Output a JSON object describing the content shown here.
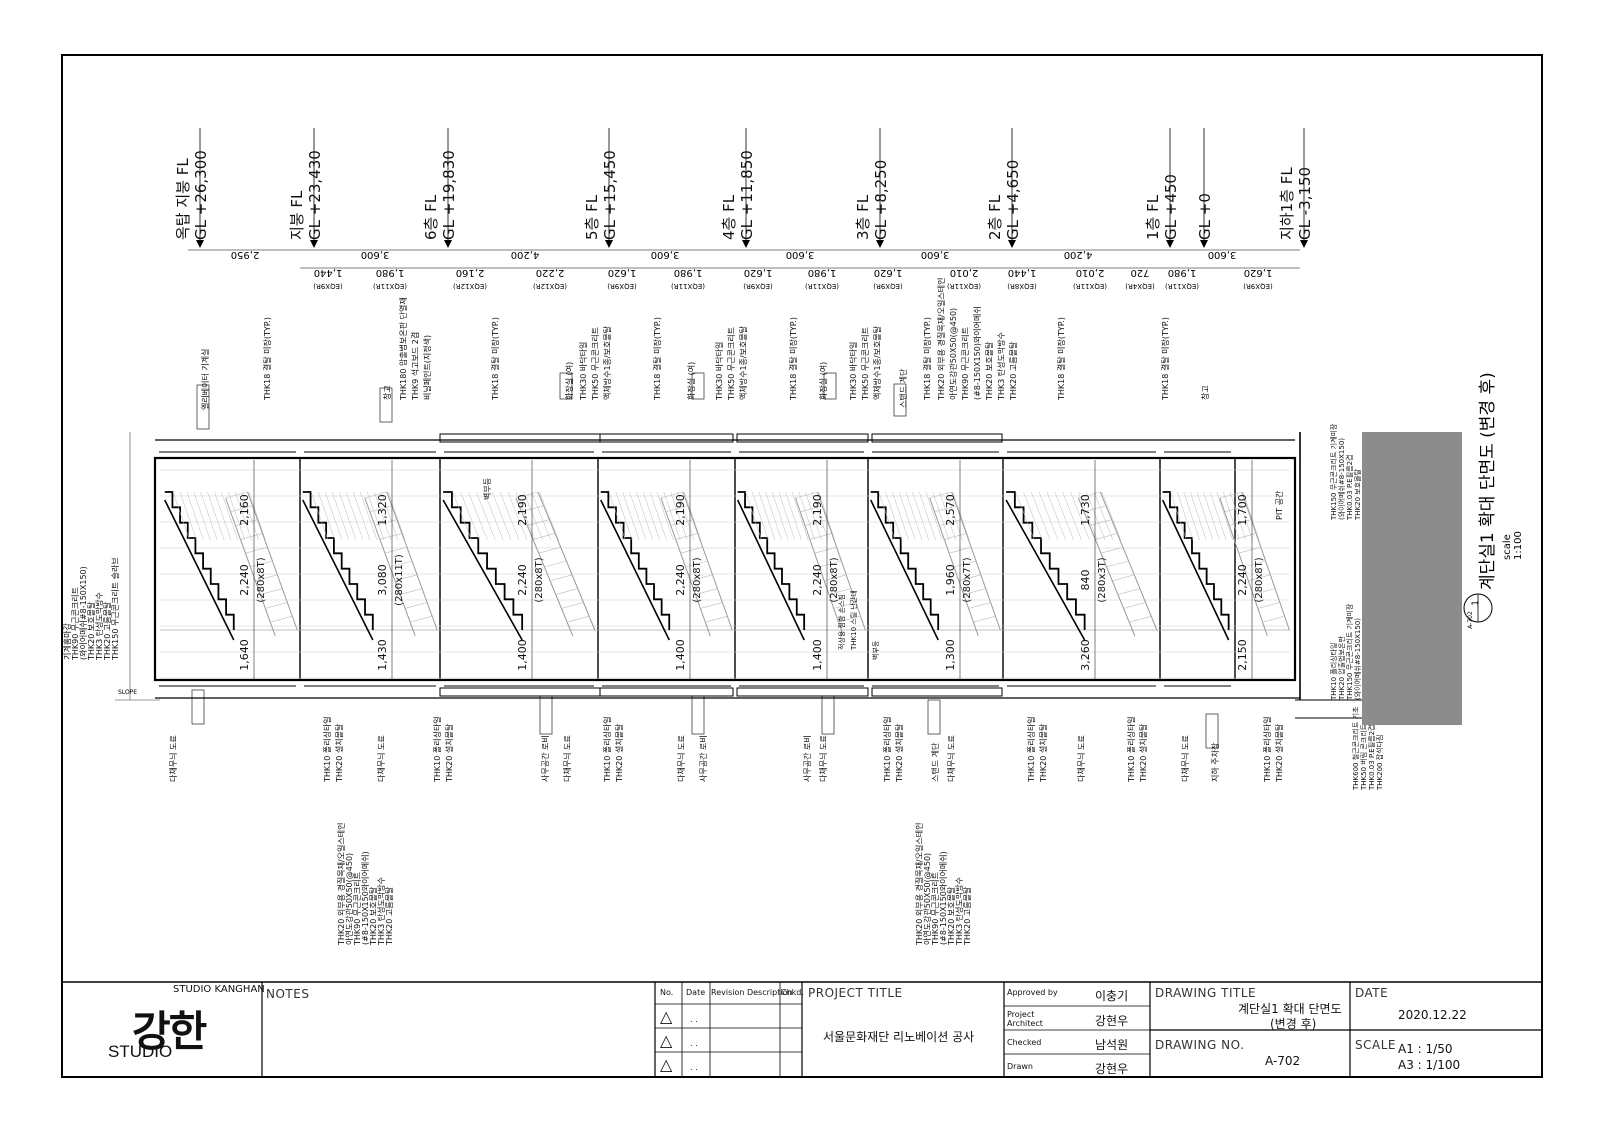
{
  "drawing": {
    "view_title": "계단실1 확대 단면도 (변경 후)",
    "view_scale_label": "scale",
    "view_scale": "1:100",
    "view_number": "1",
    "view_sheet_ref": "A-702",
    "levels": [
      {
        "name": "옥탑 지붕 FL",
        "elev": "GL +26,300"
      },
      {
        "name": "지붕 FL",
        "elev": "GL +23,430"
      },
      {
        "name": "6층 FL",
        "elev": "GL +19,830"
      },
      {
        "name": "5층 FL",
        "elev": "GL +15,450"
      },
      {
        "name": "4층 FL",
        "elev": "GL +11,850"
      },
      {
        "name": "3층 FL",
        "elev": "GL +8,250"
      },
      {
        "name": "2층 FL",
        "elev": "GL +4,650"
      },
      {
        "name": "1층 FL",
        "elev": "GL +450"
      },
      {
        "name": "",
        "elev": "GL +0"
      },
      {
        "name": "지하1층 FL",
        "elev": "GL -3,150"
      }
    ],
    "floor_dims": [
      "2,950",
      "3,600",
      "4,200",
      "3,600",
      "3,600",
      "3,600",
      "4,200",
      "3,600"
    ],
    "riser_dims": [
      {
        "v": "1,440",
        "s": "(EQX9R)"
      },
      {
        "v": "1,980",
        "s": "(EQX11R)"
      },
      {
        "v": "2,160",
        "s": "(EQX12R)"
      },
      {
        "v": "2,220",
        "s": "(EQX12R)"
      },
      {
        "v": "1,620",
        "s": "(EQX9R)"
      },
      {
        "v": "1,980",
        "s": "(EQX11R)"
      },
      {
        "v": "1,620",
        "s": "(EQX9R)"
      },
      {
        "v": "1,980",
        "s": "(EQX11R)"
      },
      {
        "v": "1,620",
        "s": "(EQX9R)"
      },
      {
        "v": "2,010",
        "s": "(EQX11R)"
      },
      {
        "v": "1,440",
        "s": "(EQX8R)"
      },
      {
        "v": "2,010",
        "s": "(EQX11R)"
      },
      {
        "v": "720",
        "s": "(EQX4R)"
      },
      {
        "v": "1,980",
        "s": "(EQX11R)"
      },
      {
        "v": "1,620",
        "s": "(EQX9R)"
      }
    ],
    "stair_dims": [
      {
        "a": "2,160",
        "b": "2,240",
        "t": "(280x8T)",
        "c": "1,640"
      },
      {
        "a": "1,320",
        "b": "3,080",
        "t": "(280x11T)",
        "c": "1,430"
      },
      {
        "a": "2,190",
        "b": "2,240",
        "t": "(280x8T)",
        "c": "1,400"
      },
      {
        "a": "2,190",
        "b": "2,240",
        "t": "(280x8T)",
        "c": "1,400"
      },
      {
        "a": "2,190",
        "b": "2,240",
        "t": "(280x8T)",
        "c": "1,400"
      },
      {
        "a": "2,570",
        "b": "1,960",
        "t": "(280x7T)",
        "c": "1,300"
      },
      {
        "a": "1,730",
        "b": "840",
        "t": "(280x3T)",
        "c": "3,260"
      },
      {
        "a": "1,700",
        "b": "2,240",
        "t": "(280x8T)",
        "c": "2,150"
      }
    ],
    "top_notes": [
      "엘리베이터 기계실",
      "THK18 결탈 미장(TYP.)",
      "창고",
      "THK180 압출법보온판 단열재",
      "THK9 석고보드 2겹",
      "비닐페인트(지정색)",
      "THK18 결탈 미장(TYP.)",
      "화장실 (여)",
      "THK30 바닥타일",
      "THK50 무근콘크리트",
      "액체방수1종/보호몰탈",
      "THK18 결탈 미장(TYP.)",
      "화장실 (여)",
      "THK30 바닥타일",
      "THK50 무근콘크리트",
      "액체방수1종/보호몰탈",
      "THK18 결탈 미장(TYP.)",
      "화장실 (여)",
      "THK30 바닥타일",
      "THK50 무근콘크리트",
      "액체방수1종/보호몰탈",
      "스탠드 계단",
      "THK18 결탈 미장(TYP.)",
      "THK20 외부용 경질목재/오일스테인",
      "아연도강관50X50(@450)",
      "THK90 무근콘크리트",
      "(#8-150X150)와이어메쉬",
      "THK20 보호몰탈",
      "THK3 탄성도막방수",
      "THK20 고름몰탈",
      "THK18 결탈 미장(TYP.)",
      "THK18 결탈 미장(TYP.)",
      "창고",
      "PIT 공간",
      "벽부등"
    ],
    "left_notes": [
      "기계홈마감",
      "THK90 무근콘크리트",
      "(와이어메쉬#8-150X150)",
      "THK20 보호몰탈",
      "THK3 탄성도막방수",
      "THK20 고름몰탈",
      "THK150 무근콘크리트 슬라브"
    ],
    "right_notes_1": [
      "THK150 무근콘크리트 기계미장",
      "(와이어메쉬#8-150X150)",
      "THK0.03 P.E필름2겹",
      "THK20 보호몰탈",
      "액체방수 1종/보호몰탈"
    ],
    "right_notes_2": [
      "THK10 폴리싱타일",
      "THK20 압출법보온판",
      "THK150 무근콘크리트 기계미장",
      "(와이어메쉬#8-150X150)",
      "THK0.03 P.E필름2겹",
      "배수판(T=45)",
      "액체방수 1종/보호몰탈"
    ],
    "right_notes_3": [
      "THK600 철근콘크리트 기초",
      "THK50 버림 콘크리트",
      "THK0.03 P.E필름2겹",
      "THK200 잡석다짐"
    ],
    "bottom_notes": [
      "다채무늬 도료",
      "THK10 폴리싱타일",
      "THK20 설치몰탈",
      "다채무늬 도료",
      "THK10 폴리싱타일",
      "THK20 설치몰탈",
      "사무공간 로비",
      "다채무늬 도료",
      "THK10 폴리싱타일",
      "THK20 설치몰탈",
      "사무공간 로비",
      "다채무늬 도료",
      "사무공간 로비",
      "다채무늬 도료",
      "THK10 폴리싱타일",
      "THK20 설치몰탈",
      "스탠드 계단",
      "다채무늬 도료",
      "THK10 폴리싱타일",
      "THK20 설치몰탈",
      "다채무늬 도료",
      "THK10 폴리싱타일",
      "THK20 설치몰탈",
      "다채무늬 도료",
      "지하 주차장",
      "THK10 폴리싱타일",
      "THK20 설치몰탈"
    ],
    "bottom_detail_1": [
      "THK20 외부용 경질목재/오일스테인",
      "아연도강관50X50(@450)",
      "THK90 무근콘크리트",
      "(#8-150X150와이어메쉬)",
      "THK20 보호몰탈",
      "THK3 탄성도막방수",
      "THK20 고름몰탈"
    ],
    "bottom_detail_2": [
      "THK20 외부용 경질목재/오일스테인",
      "아연도강관50X50(@450)",
      "THK90 무근콘크리트",
      "(#8-150X150와이어메쉬)",
      "THK20 보호몰탈",
      "THK3 탄성도막방수",
      "THK20 고름몰탈"
    ],
    "misc_labels": [
      "벽부등",
      "적상용 점함 손스침",
      "THK10 스틸 난간대",
      "SLOPE"
    ]
  },
  "title_block": {
    "company_en": "STUDIO KANGHAN",
    "logo_text": "강한",
    "logo_studio": "STUDIO",
    "notes_label": "NOTES",
    "rev_headers": [
      "No.",
      "Date",
      "Revision Description",
      "Chkd."
    ],
    "rev_rows": [
      "△",
      "△",
      "△"
    ],
    "rev_dates": [
      ". .",
      ". .",
      ". ."
    ],
    "project_title_label": "PROJECT TITLE",
    "project_title": "서울문화재단 리노베이션 공사",
    "approved_label": "Approved by",
    "approved": "이충기",
    "architect_label_1": "Project",
    "architect_label_2": "Architect",
    "architect": "강현우",
    "checked_label": "Checked",
    "checked": "남석원",
    "drawn_label": "Drawn",
    "drawn": "강현우",
    "drawing_title_label": "DRAWING TITLE",
    "drawing_title_1": "계단실1 확대 단면도",
    "drawing_title_2": "(변경 후)",
    "drawing_no_label": "DRAWING NO.",
    "drawing_no": "A-702",
    "date_label": "DATE",
    "date": "2020.12.22",
    "scale_label": "SCALE",
    "scale_a1": "A1 :  1/50",
    "scale_a3": "A3 :  1/100"
  }
}
